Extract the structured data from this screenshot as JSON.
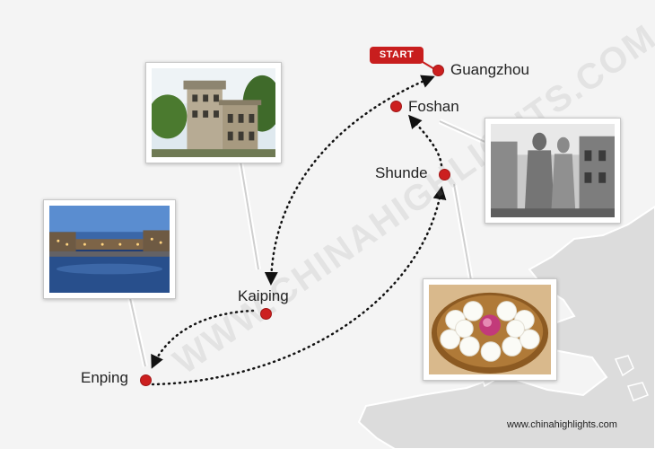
{
  "map": {
    "start_label": "START",
    "watermark": "WWW.CHINAHIGHLIGHTS.COM",
    "credit": "www.chinahighlights.com",
    "colors": {
      "route": "#111111",
      "city_dot": "#cc1f1f",
      "start_badge": "#c81e1e",
      "land": "#dcdcdc",
      "sea": "#f4f4f4"
    },
    "cities": [
      {
        "id": "guangzhou",
        "name": "Guangzhou"
      },
      {
        "id": "foshan",
        "name": "Foshan"
      },
      {
        "id": "shunde",
        "name": "Shunde"
      },
      {
        "id": "kaiping",
        "name": "Kaiping"
      },
      {
        "id": "enping",
        "name": "Enping"
      }
    ],
    "photos": [
      {
        "id": "kaiping-diaolou",
        "city": "Kaiping",
        "subject": "watchtower building"
      },
      {
        "id": "enping-resort",
        "city": "Enping",
        "subject": "resort by the lake"
      },
      {
        "id": "foshan-statues",
        "city": "Foshan",
        "subject": "stone statues"
      },
      {
        "id": "shunde-buns",
        "city": "Shunde",
        "subject": "steamed buns"
      }
    ]
  }
}
